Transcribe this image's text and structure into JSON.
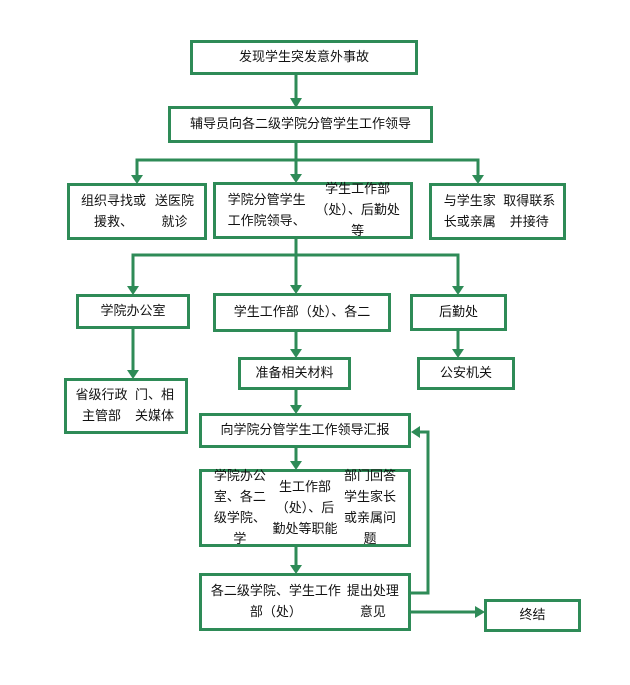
{
  "flowchart": {
    "nodes": {
      "discover": "发现学生突发意外事故",
      "counselor_report": "辅导员向各二级学院分管学生工作领导",
      "rescue": [
        "组织寻找或援救、",
        "送医院就诊"
      ],
      "leaders": [
        "学院分管学生工作院领导、",
        "学生工作部（处）、后勤处等"
      ],
      "family_contact": [
        "与学生家长或亲属",
        "取得联系并接待"
      ],
      "college_office": "学院办公室",
      "student_affairs": "学生工作部（处）、各二",
      "logistics": "后勤处",
      "provincial": [
        "省级行政主管部",
        "门、相关媒体"
      ],
      "prepare_materials": "准备相关材料",
      "police": "公安机关",
      "report_leader": "向学院分管学生工作领导汇报",
      "answer_family": [
        "学院办公室、各二级学院、学",
        "生工作部（处）、后勤处等职能",
        "部门回答学生家长或亲属问题"
      ],
      "handling_opinion": [
        "各二级学院、学生工作部（处）",
        "提出处理意见"
      ],
      "end": "终结"
    }
  }
}
